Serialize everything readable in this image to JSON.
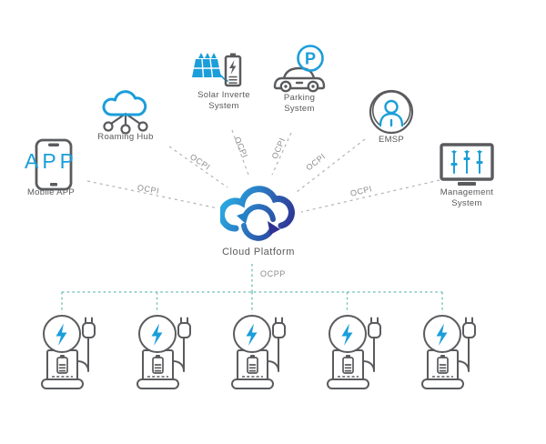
{
  "diagram": {
    "center": {
      "label": "Cloud Platform",
      "icon": "cloud-sync-icon"
    },
    "nodes": [
      {
        "id": "mobile-app",
        "label": "Mobile APP",
        "icon": "smartphone-icon",
        "icon_text": "APP"
      },
      {
        "id": "roaming-hub",
        "label": "Roaming Hub",
        "icon": "cloud-network-icon"
      },
      {
        "id": "solar-inverter-system",
        "label": "Solar Inverte System",
        "icon": "solar-panel-battery-icon"
      },
      {
        "id": "parking-system",
        "label": "Parking System",
        "icon": "car-parking-icon",
        "icon_text": "P"
      },
      {
        "id": "emsp",
        "label": "EMSP",
        "icon": "user-circle-icon"
      },
      {
        "id": "management-system",
        "label": "Management System",
        "icon": "monitor-sliders-icon"
      }
    ],
    "protocols": {
      "ocpi_labels": [
        "OCPI",
        "OCPI",
        "OCPI",
        "OCPI",
        "OCPI",
        "OCPI"
      ],
      "ocpp_label": "OCPP"
    },
    "chargers": {
      "count": 5,
      "icon": "ev-charging-station-icon"
    },
    "colors": {
      "accent_blue": "#1b9ed9",
      "teal_line": "#7cc5bd",
      "gray_line": "#b3b3b3",
      "icon_gray": "#5a5b5e",
      "text_gray": "#58595b",
      "cloud_gradient_start": "#29abe2",
      "cloud_gradient_end": "#2e3192"
    }
  }
}
